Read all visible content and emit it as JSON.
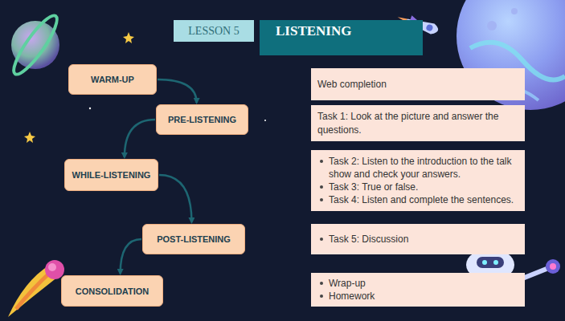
{
  "diagram": {
    "nodes": [
      {
        "text": [
          "LESSON 5"
        ]
      },
      {
        "text": [
          "LISTENING"
        ]
      },
      {
        "text": [
          "WARM-UP"
        ]
      },
      {
        "text": [
          "Web completion"
        ]
      },
      {
        "text": [
          "PRE-LISTENING"
        ]
      },
      {
        "text": [
          "Task 1: Look at the picture and answer the questions."
        ]
      },
      {
        "text": [
          "WHILE-LISTENING"
        ]
      },
      {
        "text": [
          "Task 2: Listen to the introduction to the talk show and check your answers.",
          "Task 3: True or false.",
          "Task 4: Listen and complete the sentences."
        ]
      },
      {
        "text": [
          "POST-LISTENING"
        ]
      },
      {
        "text": [
          "Task 5: Discussion"
        ]
      },
      {
        "text": [
          "CONSOLIDATION"
        ]
      },
      {
        "text": [
          "Wrap-up",
          "Homework"
        ]
      }
    ],
    "edges": [
      {
        "from": 2,
        "to": 4,
        "arrow": "to"
      },
      {
        "from": 4,
        "to": 6,
        "arrow": "to"
      },
      {
        "from": 6,
        "to": 8,
        "arrow": "to"
      },
      {
        "from": 8,
        "to": 10,
        "arrow": "to"
      }
    ]
  }
}
